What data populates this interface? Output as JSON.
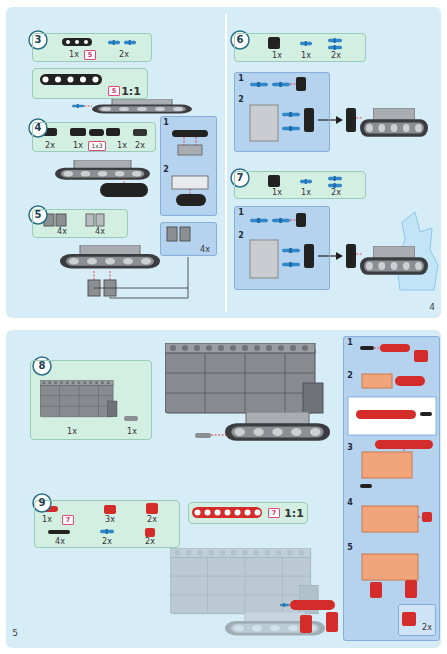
{
  "diagram": {
    "nodes": [
      {
        "text": [
          "3"
        ]
      },
      {
        "text": [
          "1x",
          "2x"
        ]
      },
      {
        "text": [
          "5"
        ],
        "in": 1
      },
      {
        "text": [
          "1:1"
        ]
      },
      {
        "text": [
          "5"
        ],
        "in": 3
      },
      {
        "text": [
          "4"
        ]
      },
      {
        "text": [
          "2x",
          "1x",
          "1x",
          "2x"
        ]
      },
      {
        "text": [
          "1x3"
        ],
        "in": 6
      },
      {
        "text": [
          "1",
          "2"
        ]
      },
      {
        "text": [
          "5"
        ]
      },
      {
        "text": [
          "4x",
          "4x"
        ]
      },
      {
        "text": [
          "4x"
        ]
      },
      {
        "text": [
          "6"
        ]
      },
      {
        "text": [
          "1x",
          "1x",
          "2x"
        ]
      },
      {
        "text": [
          "1",
          "2"
        ]
      },
      {
        "text": [
          "7"
        ]
      },
      {
        "text": [
          "1x",
          "1x",
          "2x"
        ]
      },
      {
        "text": [
          "1",
          "2"
        ]
      },
      {
        "text": [
          "8"
        ]
      },
      {
        "text": [
          "1x",
          "1x"
        ]
      },
      {
        "text": [
          "9"
        ]
      },
      {
        "text": [
          "1x",
          "3x",
          "2x",
          "4x",
          "2x",
          "2x"
        ]
      },
      {
        "text": [
          "7"
        ],
        "in": 21
      },
      {
        "text": [
          "1:1"
        ]
      },
      {
        "text": [
          "7"
        ],
        "in": 23
      },
      {
        "text": [
          "1",
          "2",
          "3",
          "4",
          "5"
        ]
      },
      {
        "text": [
          "2x"
        ],
        "in": 25
      }
    ],
    "labels": [
      "4",
      "5"
    ]
  }
}
